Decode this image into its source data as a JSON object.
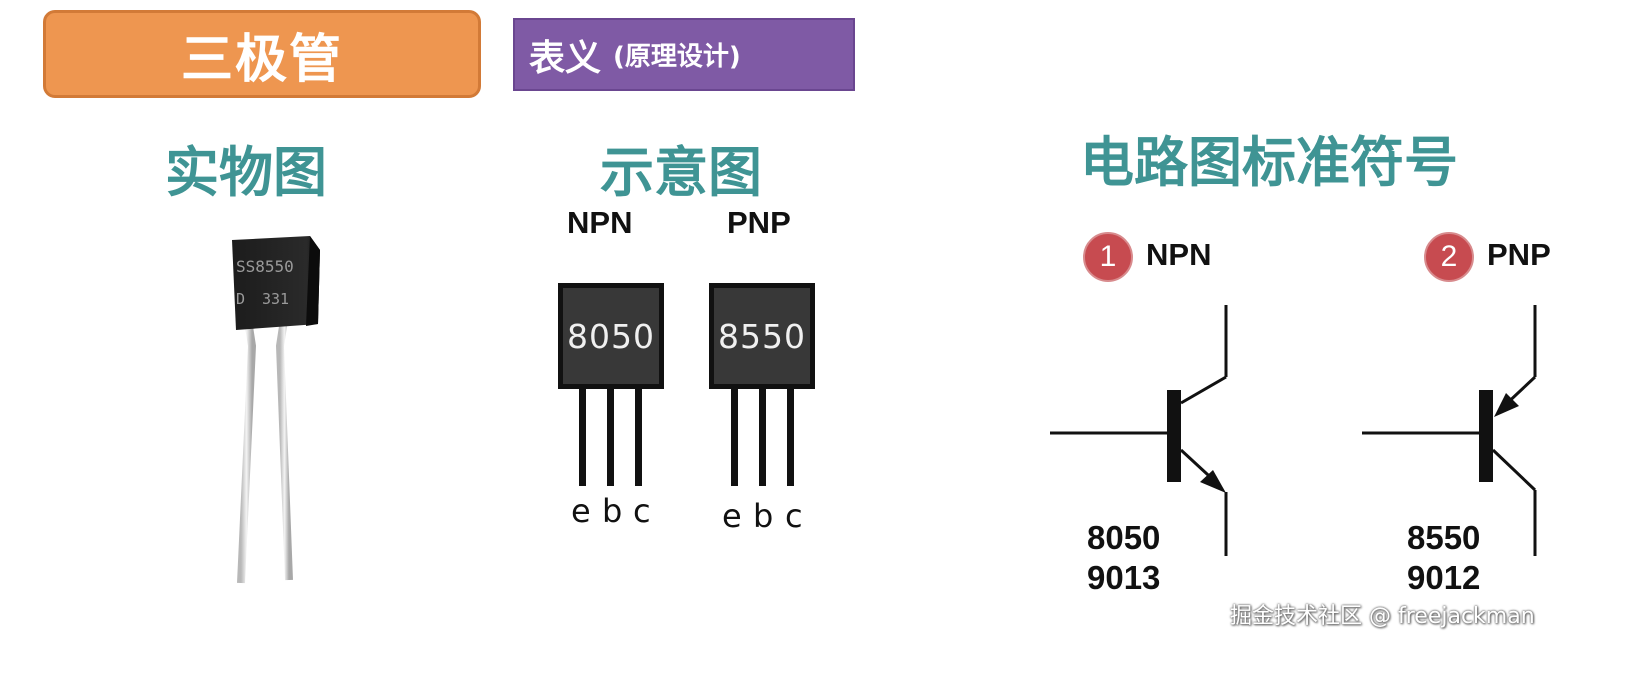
{
  "header": {
    "title": "三极管",
    "subtitle_main": "表义",
    "subtitle_sub": "(原理设计)"
  },
  "photo_section": {
    "heading": "实物图",
    "marking_line1": "SS8550",
    "marking_line2_left": "D",
    "marking_line2_right": "331"
  },
  "schematic_section": {
    "heading": "示意图",
    "packages": [
      {
        "type": "NPN",
        "chip_label": "8050",
        "pins": [
          "e",
          "b",
          "c"
        ]
      },
      {
        "type": "PNP",
        "chip_label": "8550",
        "pins": [
          "e",
          "b",
          "c"
        ]
      }
    ]
  },
  "symbol_section": {
    "heading": "电路图标准符号",
    "symbols": [
      {
        "number": "1",
        "type": "NPN",
        "parts": [
          "8050",
          "9013"
        ]
      },
      {
        "number": "2",
        "type": "PNP",
        "parts": [
          "8550",
          "9012"
        ]
      }
    ]
  },
  "watermark": "掘金技术社区 @ freejackman",
  "colors": {
    "title_bg": "#ee9650",
    "subtitle_bg": "#7f5aa5",
    "heading": "#3f9494",
    "number_circle": "#c74b50"
  }
}
